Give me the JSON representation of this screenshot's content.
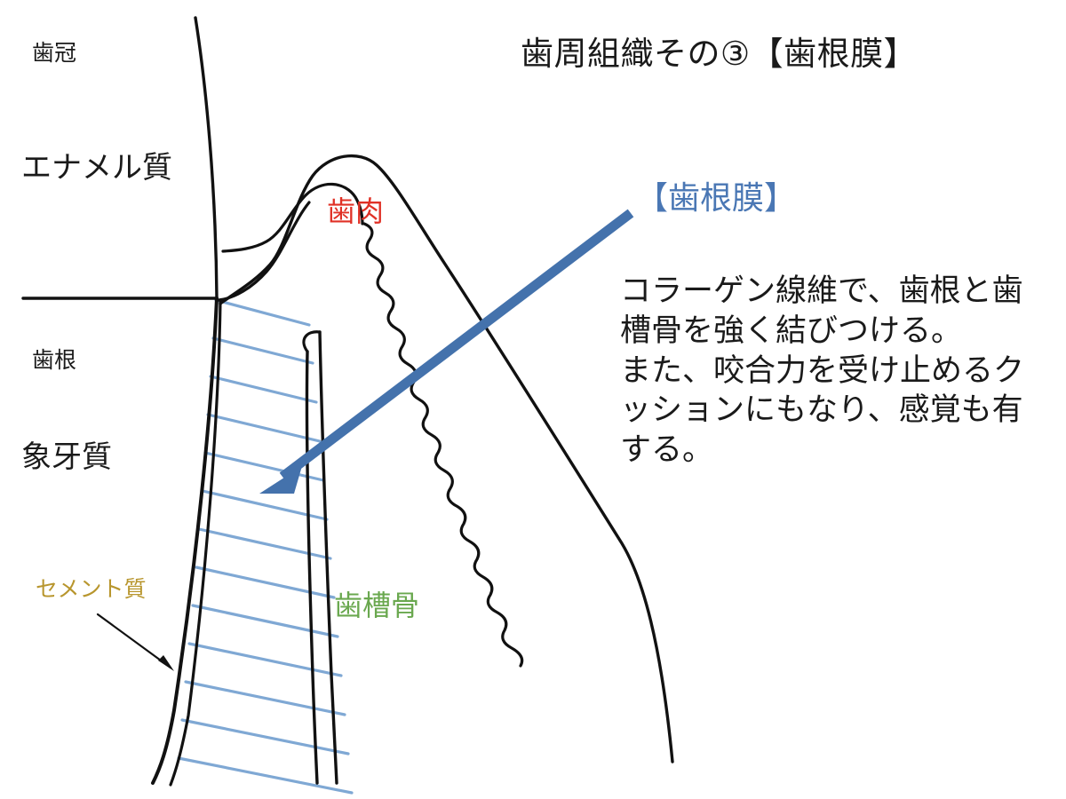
{
  "title": "歯周組織その③【歯根膜】",
  "labels": {
    "crown": "歯冠",
    "enamel": "エナメル質",
    "root": "歯根",
    "dentin": "象牙質",
    "cementum": "セメント質",
    "gingiva": "歯肉",
    "alveolar_bone": "歯槽骨"
  },
  "callout": {
    "heading": "【歯根膜】",
    "paragraph1": "コラーゲン線維で、歯根と歯槽骨を強く結びつける。",
    "paragraph2": "また、咬合力を受け止めるクッションにもなり、感覚も有する。"
  },
  "colors": {
    "ink": "#1a1a1a",
    "gingiva_red": "#e03126",
    "cementum_gold": "#b8962e",
    "bone_green": "#6aa84f",
    "pdl_blue": "#4a77b4",
    "hatch_blue": "#7fa8d4",
    "arrow_blue": "#4472ac",
    "background": "#ffffff"
  }
}
